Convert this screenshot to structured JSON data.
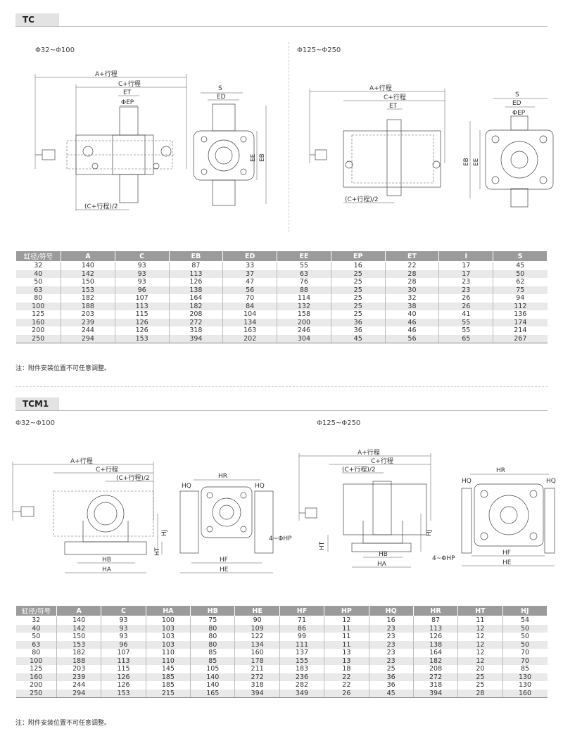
{
  "sections": [
    {
      "tag": "TC",
      "range_left": "Φ32~Φ100",
      "range_right": "Φ125~Φ250",
      "labels": {
        "a_stroke": "A+行程",
        "c_stroke": "C+行程",
        "et": "ET",
        "ep": "ΦEP",
        "c_half": "(C+行程)/2",
        "s": "S",
        "ed": "ED",
        "ee": "EE",
        "eb": "EB"
      },
      "table": {
        "headers": [
          "缸径/符号",
          "A",
          "C",
          "EB",
          "ED",
          "EE",
          "EP",
          "ET",
          "I",
          "S"
        ],
        "rows": [
          [
            "32",
            "140",
            "93",
            "87",
            "33",
            "55",
            "16",
            "22",
            "17",
            "45"
          ],
          [
            "40",
            "142",
            "93",
            "113",
            "37",
            "63",
            "25",
            "28",
            "17",
            "50"
          ],
          [
            "50",
            "150",
            "93",
            "126",
            "47",
            "76",
            "25",
            "28",
            "23",
            "62"
          ],
          [
            "63",
            "153",
            "96",
            "138",
            "56",
            "88",
            "25",
            "30",
            "23",
            "75"
          ],
          [
            "80",
            "182",
            "107",
            "164",
            "70",
            "114",
            "25",
            "32",
            "26",
            "94"
          ],
          [
            "100",
            "188",
            "113",
            "182",
            "84",
            "132",
            "25",
            "38",
            "26",
            "112"
          ],
          [
            "125",
            "203",
            "115",
            "208",
            "104",
            "158",
            "25",
            "40",
            "41",
            "136"
          ],
          [
            "160",
            "239",
            "126",
            "272",
            "134",
            "200",
            "36",
            "46",
            "55",
            "174"
          ],
          [
            "200",
            "244",
            "126",
            "318",
            "163",
            "246",
            "36",
            "46",
            "55",
            "214"
          ],
          [
            "250",
            "294",
            "153",
            "394",
            "202",
            "304",
            "45",
            "56",
            "65",
            "267"
          ]
        ]
      },
      "note": "注：附件安装位置不可任意调整。"
    },
    {
      "tag": "TCM1",
      "range_left": "Φ32~Φ100",
      "range_right": "Φ125~Φ250",
      "labels": {
        "a_stroke": "A+行程",
        "c_stroke": "C+行程",
        "c_half": "(C+行程)/2",
        "hb": "HB",
        "ha": "HA",
        "hj": "HJ",
        "ht": "HT",
        "hr": "HR",
        "hq": "HQ",
        "hf": "HF",
        "he": "HE",
        "hp": "4~ΦHP"
      },
      "table": {
        "headers": [
          "缸径/符号",
          "A",
          "C",
          "HA",
          "HB",
          "HE",
          "HF",
          "HP",
          "HQ",
          "HR",
          "HT",
          "HJ"
        ],
        "rows": [
          [
            "32",
            "140",
            "93",
            "100",
            "75",
            "90",
            "71",
            "12",
            "16",
            "87",
            "11",
            "54"
          ],
          [
            "40",
            "142",
            "93",
            "103",
            "80",
            "109",
            "86",
            "11",
            "23",
            "113",
            "12",
            "50"
          ],
          [
            "50",
            "150",
            "93",
            "103",
            "80",
            "122",
            "99",
            "11",
            "23",
            "126",
            "12",
            "50"
          ],
          [
            "63",
            "153",
            "96",
            "103",
            "80",
            "134",
            "111",
            "11",
            "23",
            "138",
            "12",
            "50"
          ],
          [
            "80",
            "182",
            "107",
            "110",
            "85",
            "160",
            "137",
            "13",
            "23",
            "164",
            "12",
            "70"
          ],
          [
            "100",
            "188",
            "113",
            "110",
            "85",
            "178",
            "155",
            "13",
            "23",
            "182",
            "12",
            "70"
          ],
          [
            "125",
            "203",
            "115",
            "145",
            "105",
            "211",
            "183",
            "18",
            "25",
            "208",
            "20",
            "85"
          ],
          [
            "160",
            "239",
            "126",
            "185",
            "140",
            "272",
            "236",
            "22",
            "36",
            "272",
            "25",
            "130"
          ],
          [
            "200",
            "244",
            "126",
            "185",
            "140",
            "318",
            "282",
            "22",
            "36",
            "318",
            "25",
            "130"
          ],
          [
            "250",
            "294",
            "153",
            "215",
            "165",
            "394",
            "349",
            "26",
            "45",
            "394",
            "28",
            "160"
          ]
        ]
      },
      "note": "注：附件安装位置不可任意调整。"
    }
  ]
}
